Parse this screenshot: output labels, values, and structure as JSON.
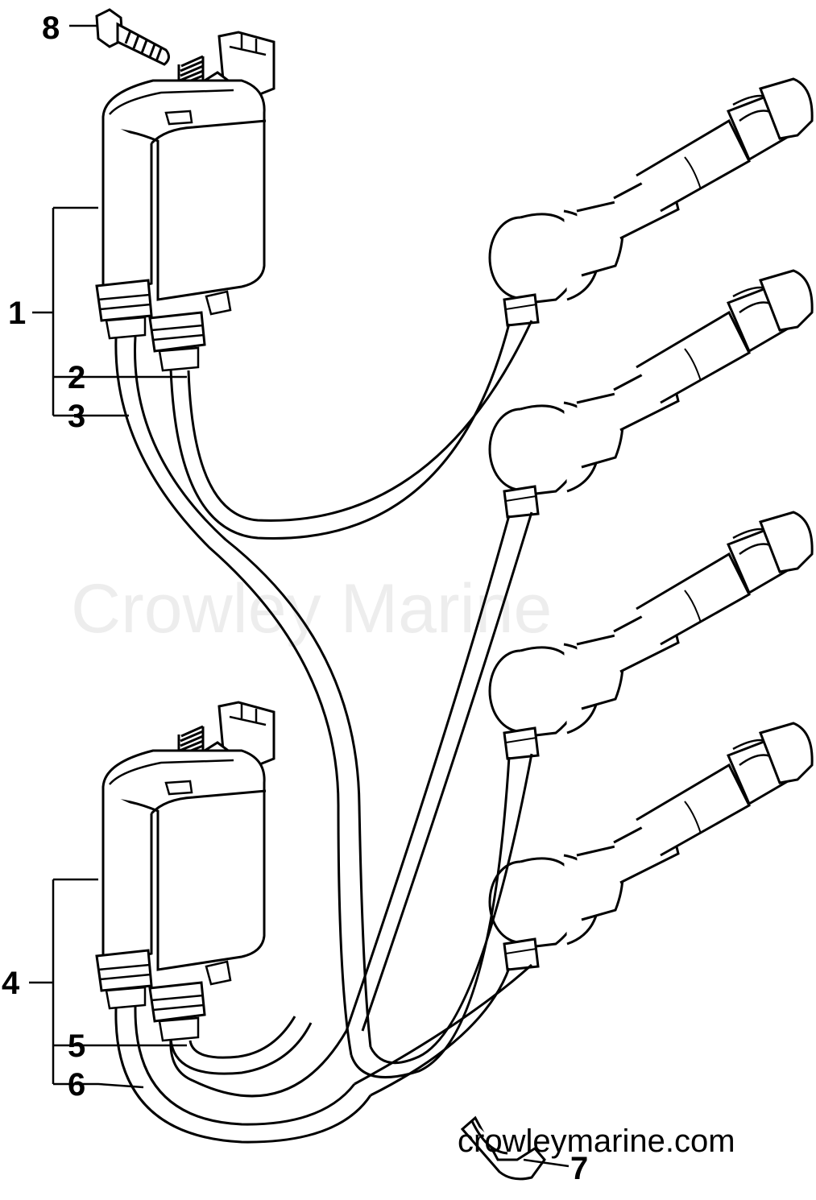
{
  "diagram": {
    "watermark": "Crowley Marine",
    "footer_url": "crowleymarine.com",
    "callouts": [
      {
        "id": "c1",
        "label": "1"
      },
      {
        "id": "c2",
        "label": "2"
      },
      {
        "id": "c3",
        "label": "3"
      },
      {
        "id": "c4",
        "label": "4"
      },
      {
        "id": "c5",
        "label": "5"
      },
      {
        "id": "c6",
        "label": "6"
      },
      {
        "id": "c7",
        "label": "7"
      },
      {
        "id": "c8",
        "label": "8"
      }
    ]
  }
}
